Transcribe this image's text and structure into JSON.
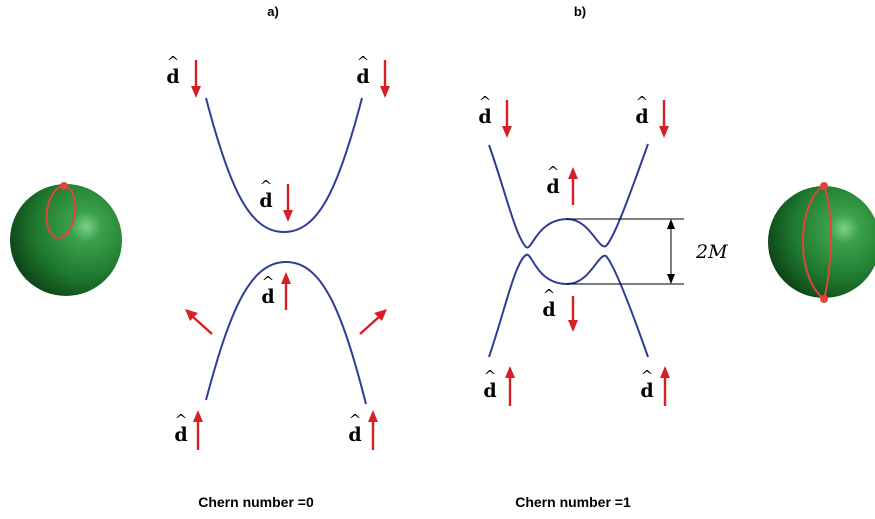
{
  "panels": {
    "a": {
      "label": "a)",
      "caption": "Chern number =0",
      "vector_symbol": "d"
    },
    "b": {
      "label": "b)",
      "caption": "Chern number =1",
      "vector_symbol": "d",
      "gap_label": "2M"
    }
  },
  "colors": {
    "band": "#2f3c96",
    "arrow": "#d62028",
    "sphere": "#1f7a2f",
    "loop": "#e0453a"
  }
}
